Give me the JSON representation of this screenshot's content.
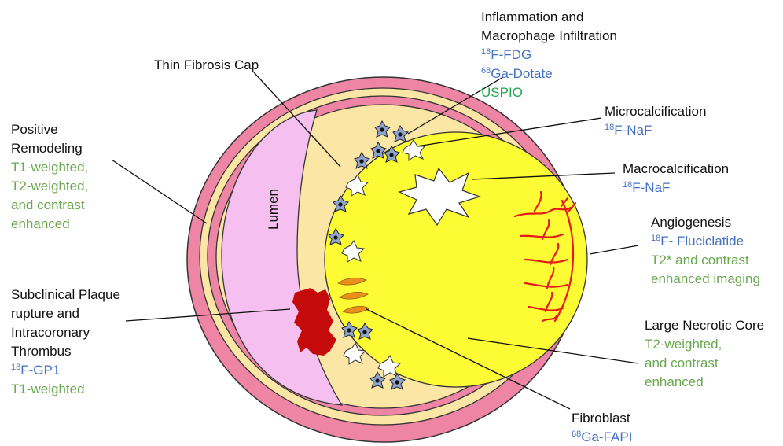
{
  "lumen": "Lumen",
  "thin_fibrosis_cap": {
    "title": "Thin Fibrosis Cap"
  },
  "inflammation": {
    "title": [
      "Inflammation and",
      "Macrophage Infiltration"
    ],
    "tracer_1": {
      "sup": "18",
      "name": "F-FDG"
    },
    "tracer_2": {
      "sup": "68",
      "name": "Ga-Dotate"
    },
    "agent": "USPIO"
  },
  "microcalcification": {
    "title": "Microcalcification",
    "tracer": {
      "sup": "18",
      "name": "F-NaF"
    }
  },
  "macrocalcification": {
    "title": "Macrocalcification",
    "tracer": {
      "sup": "18",
      "name": "F-NaF"
    }
  },
  "positive_remodeling": {
    "title": [
      "Positive",
      "Remodeling"
    ],
    "mri": [
      "T1-weighted,",
      "T2-weighted,",
      "and contrast",
      "enhanced"
    ]
  },
  "angiogenesis": {
    "title": "Angiogenesis",
    "tracer": {
      "sup": "18",
      "name": "F- Fluciclatide"
    },
    "mri": [
      "T2* and contrast",
      "enhanced imaging"
    ]
  },
  "subclinical": {
    "title": [
      "Subclinical Plaque",
      "rupture and",
      "Intracoronary",
      "Thrombus"
    ],
    "tracer": {
      "sup": "18",
      "name": "F-GP1"
    },
    "mri": "T1-weighted"
  },
  "necrotic_core": {
    "title": "Large Necrotic Core",
    "mri": [
      "T2-weighted,",
      "and contrast",
      "enhanced"
    ]
  },
  "fibroblast": {
    "title": "Fibroblast",
    "tracer": {
      "sup": "68",
      "name": "Ga-FAPI"
    }
  },
  "colors": {
    "outer_wall": "#ef85a4",
    "band": "#fbe6a6",
    "lumen": "#f5bff0",
    "necrotic_core": "#fdfb33",
    "thrombus": "#c40a0a",
    "mri_text": "#6aa84f",
    "pet_text": "#4472c4",
    "uspio_text": "#1aa84a"
  }
}
